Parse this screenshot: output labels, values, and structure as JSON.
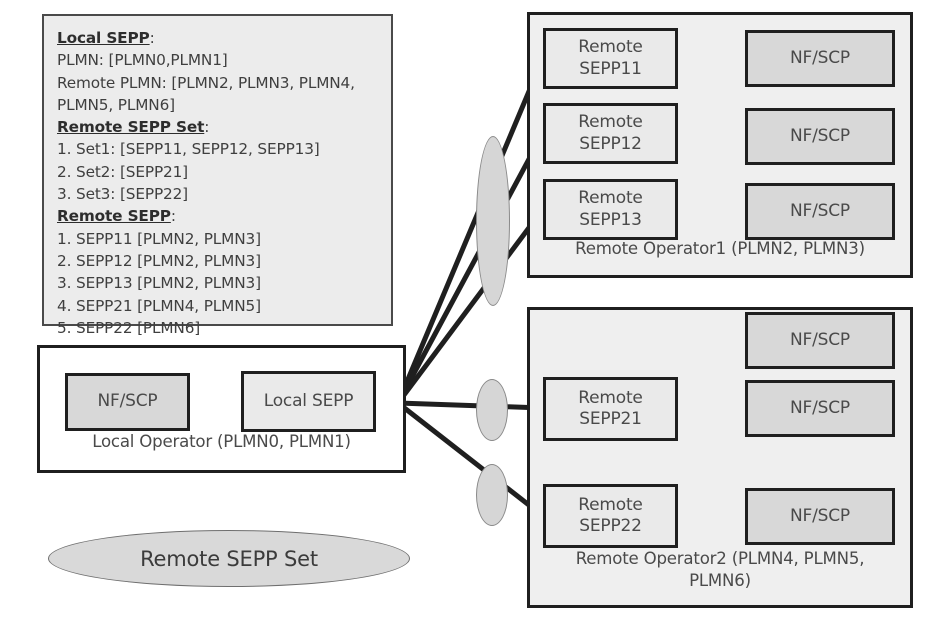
{
  "legend": {
    "lines": [
      {
        "text": "Local SEPP",
        "heading": true,
        "suffix": ":"
      },
      {
        "text": "PLMN: [PLMN0,PLMN1]",
        "heading": false,
        "suffix": ""
      },
      {
        "text": "Remote PLMN: [PLMN2, PLMN3, PLMN4,",
        "heading": false,
        "suffix": ""
      },
      {
        "text": "PLMN5, PLMN6]",
        "heading": false,
        "suffix": ""
      },
      {
        "text": "Remote SEPP Set",
        "heading": true,
        "suffix": ":"
      },
      {
        "text": "1. Set1: [SEPP11, SEPP12, SEPP13]",
        "heading": false,
        "suffix": ""
      },
      {
        "text": "2. Set2: [SEPP21]",
        "heading": false,
        "suffix": ""
      },
      {
        "text": "3. Set3: [SEPP22]",
        "heading": false,
        "suffix": ""
      },
      {
        "text": "Remote SEPP",
        "heading": true,
        "suffix": ":"
      },
      {
        "text": "1. SEPP11 [PLMN2, PLMN3]",
        "heading": false,
        "suffix": ""
      },
      {
        "text": "2. SEPP12 [PLMN2, PLMN3]",
        "heading": false,
        "suffix": ""
      },
      {
        "text": "3. SEPP13 [PLMN2, PLMN3]",
        "heading": false,
        "suffix": ""
      },
      {
        "text": "4. SEPP21 [PLMN4, PLMN5]",
        "heading": false,
        "suffix": ""
      },
      {
        "text": "5. SEPP22 [PLMN6]",
        "heading": false,
        "suffix": ""
      }
    ]
  },
  "local_operator": {
    "caption": "Local Operator (PLMN0, PLMN1)",
    "nf_scp_label": "NF/SCP",
    "local_sepp_label": "Local SEPP"
  },
  "operator1": {
    "caption": "Remote Operator1 (PLMN2, PLMN3)",
    "sepp_nodes": [
      {
        "label": "Remote\nSEPP11"
      },
      {
        "label": "Remote\nSEPP12"
      },
      {
        "label": "Remote\nSEPP13"
      }
    ],
    "nf_nodes": [
      {
        "label": "NF/SCP"
      },
      {
        "label": "NF/SCP"
      },
      {
        "label": "NF/SCP"
      }
    ]
  },
  "operator2": {
    "caption": "Remote Operator2 (PLMN4, PLMN5,\nPLMN6)",
    "sepp_nodes": [
      {
        "label": "Remote\nSEPP21"
      },
      {
        "label": "Remote\nSEPP22"
      }
    ],
    "nf_nodes": [
      {
        "label": "NF/SCP"
      },
      {
        "label": "NF/SCP"
      },
      {
        "label": "NF/SCP"
      }
    ]
  },
  "legend_key": {
    "label": "Remote SEPP Set"
  },
  "colors": {
    "sepp_fill": "#eaeaea",
    "nf_fill": "#d8d8d8",
    "panel_fill": "#efefef",
    "legend_fill": "#ececec",
    "ellipse_fill": "#d6d6d6",
    "line": "#1f1f1f",
    "text": "#4a4a4a"
  }
}
